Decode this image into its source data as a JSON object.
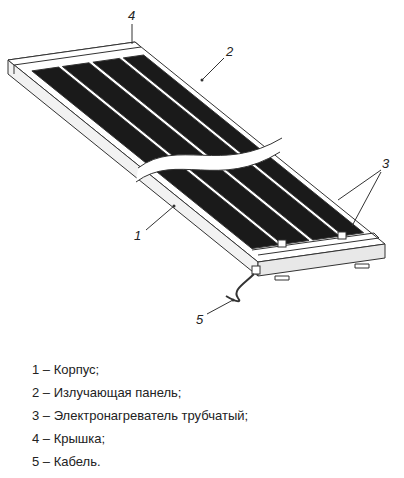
{
  "diagram": {
    "labels": [
      "4",
      "2",
      "3",
      "1",
      "5",
      "1 – Корпус;",
      "2 – Излучающая панель;",
      "3 – Электронагреватель трубчатый;",
      "4 – Крышка;",
      "5 – Кабель."
    ]
  }
}
